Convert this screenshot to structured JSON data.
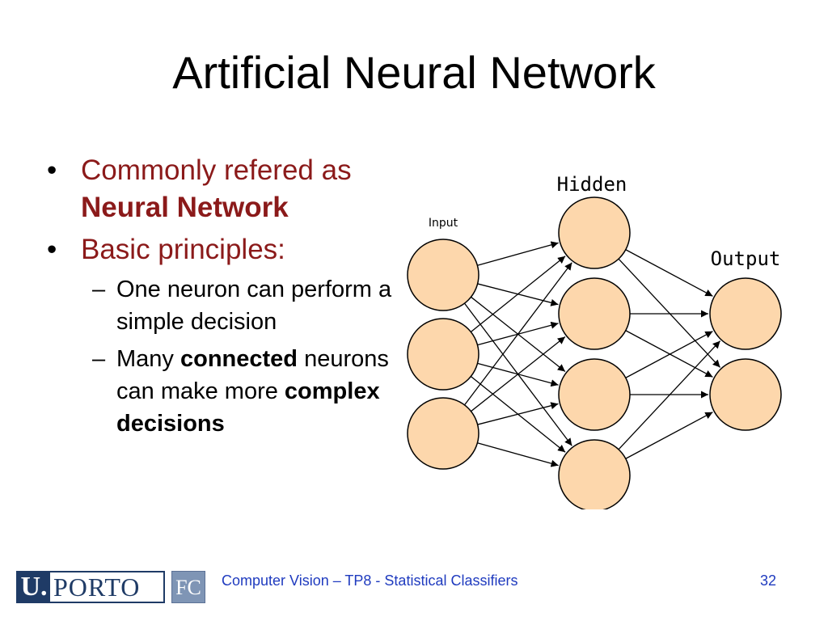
{
  "slide": {
    "title": "Artificial Neural Network",
    "bullets": [
      {
        "text": "Commonly refered as",
        "bold": "Neural Network"
      },
      {
        "text": "Basic principles:"
      }
    ],
    "sub_bullets": [
      {
        "parts": [
          {
            "t": "One neuron can perform a simple decision",
            "b": false
          }
        ]
      },
      {
        "parts": [
          {
            "t": "Many ",
            "b": false
          },
          {
            "t": "connected",
            "b": true
          },
          {
            "t": " neurons can make more ",
            "b": false
          },
          {
            "t": "complex decisions",
            "b": true
          }
        ]
      }
    ]
  },
  "diagram": {
    "labels": {
      "input": "Input",
      "hidden": "Hidden",
      "output": "Output"
    },
    "layers": {
      "input": 3,
      "hidden": 4,
      "output": 2
    },
    "node_fill": "#fdd7ac",
    "node_stroke": "#000000"
  },
  "footer": {
    "logo_u": "U.",
    "logo_porto": "PORTO",
    "logo_fc": "FC",
    "text": "Computer Vision – TP8 - Statistical Classifiers",
    "page": "32"
  },
  "colors": {
    "bullet_red": "#8b1a1a",
    "footer_blue": "#1f3bbf",
    "logo_navy": "#1f3b66"
  }
}
